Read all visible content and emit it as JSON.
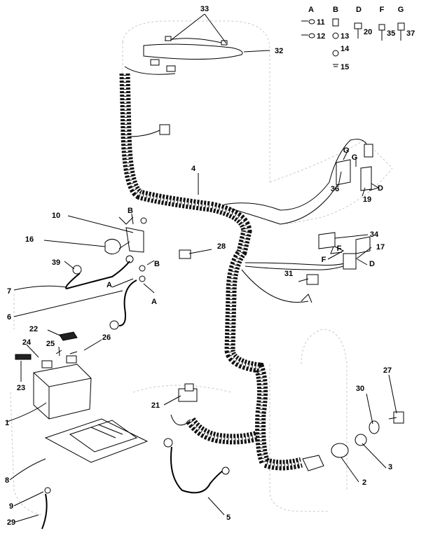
{
  "letter_keys": [
    {
      "letter": "A",
      "numbers": [
        "11",
        "12"
      ]
    },
    {
      "letter": "B",
      "numbers": [
        "13",
        "14",
        "15"
      ]
    },
    {
      "letter": "D",
      "numbers": [
        "20"
      ]
    },
    {
      "letter": "F",
      "numbers": [
        "35"
      ]
    },
    {
      "letter": "G",
      "numbers": [
        "37"
      ]
    }
  ],
  "callouts": {
    "c1": "1",
    "c2": "2",
    "c3": "3",
    "c4": "4",
    "c5": "5",
    "c6": "6",
    "c7": "7",
    "c8": "8",
    "c9": "9",
    "c10": "10",
    "c16": "16",
    "c17": "17",
    "c19": "19",
    "c21": "21",
    "c22": "22",
    "c23": "23",
    "c24": "24",
    "c25": "25",
    "c26": "26",
    "c27": "27",
    "c28": "28",
    "c29": "29",
    "c30": "30",
    "c31": "31",
    "c32": "32",
    "c33": "33",
    "c34": "34",
    "c36": "36",
    "c39": "39"
  },
  "letter_marks": {
    "b_top": "B",
    "b_low": "B",
    "a_left": "A",
    "a_right": "A",
    "g1": "G",
    "g2": "G",
    "d1": "D",
    "f1": "F",
    "f2": "F",
    "d2": "D"
  }
}
